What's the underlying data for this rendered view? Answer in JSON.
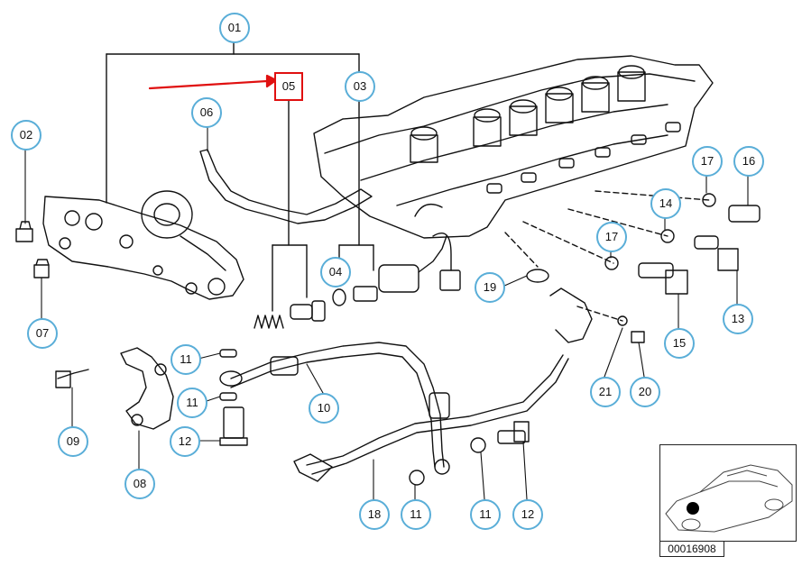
{
  "diagram": {
    "reference_number": "00016908",
    "highlight_color": "#e01010",
    "callout_color": "#5aaed8",
    "callouts": [
      {
        "id": "01",
        "label": "01"
      },
      {
        "id": "02",
        "label": "02"
      },
      {
        "id": "03",
        "label": "03"
      },
      {
        "id": "04",
        "label": "04"
      },
      {
        "id": "05",
        "label": "05",
        "selected": true
      },
      {
        "id": "06",
        "label": "06"
      },
      {
        "id": "07",
        "label": "07"
      },
      {
        "id": "08",
        "label": "08"
      },
      {
        "id": "09",
        "label": "09"
      },
      {
        "id": "10",
        "label": "10"
      },
      {
        "id": "11a",
        "label": "11"
      },
      {
        "id": "11b",
        "label": "11"
      },
      {
        "id": "11c",
        "label": "11"
      },
      {
        "id": "11d",
        "label": "11"
      },
      {
        "id": "12a",
        "label": "12"
      },
      {
        "id": "12b",
        "label": "12"
      },
      {
        "id": "13",
        "label": "13"
      },
      {
        "id": "14",
        "label": "14"
      },
      {
        "id": "15",
        "label": "15"
      },
      {
        "id": "16",
        "label": "16"
      },
      {
        "id": "17a",
        "label": "17"
      },
      {
        "id": "17b",
        "label": "17"
      },
      {
        "id": "18",
        "label": "18"
      },
      {
        "id": "19",
        "label": "19"
      },
      {
        "id": "20",
        "label": "20"
      },
      {
        "id": "21",
        "label": "21"
      }
    ]
  }
}
